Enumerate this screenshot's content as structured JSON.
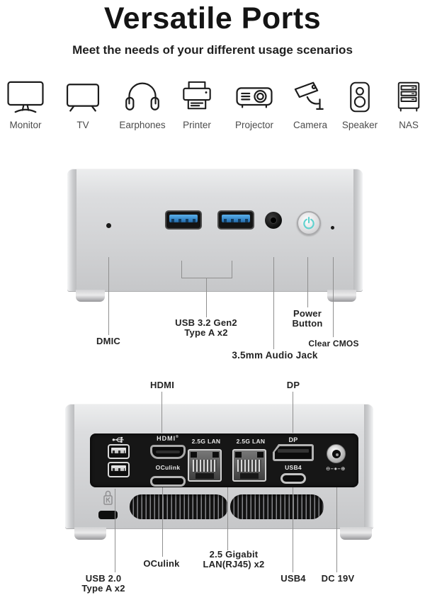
{
  "header": {
    "title": "Versatile Ports",
    "subtitle": "Meet the needs of your different usage scenarios"
  },
  "usage_icons": {
    "items": [
      {
        "icon": "monitor-icon",
        "label": "Monitor"
      },
      {
        "icon": "tv-icon",
        "label": "TV"
      },
      {
        "icon": "earphones-icon",
        "label": "Earphones"
      },
      {
        "icon": "printer-icon",
        "label": "Printer"
      },
      {
        "icon": "projector-icon",
        "label": "Projector"
      },
      {
        "icon": "camera-icon",
        "label": "Camera"
      },
      {
        "icon": "speaker-icon",
        "label": "Speaker"
      },
      {
        "icon": "nas-icon",
        "label": "NAS"
      }
    ]
  },
  "front_view": {
    "labels": {
      "dmic": "DMIC",
      "usb_line1": "USB 3.2 Gen2",
      "usb_line2": "Type A x2",
      "power_line1": "Power",
      "power_line2": "Button",
      "clear_cmos": "Clear CMOS",
      "audio_jack": "3.5mm Audio Jack"
    }
  },
  "back_view": {
    "top_labels": {
      "hdmi": "HDMI",
      "dp": "DP"
    },
    "panel_labels": {
      "hdmi_logo": "HDMI",
      "hdmi_reg": "®",
      "oculink": "OCulink",
      "lan1": "2.5G LAN",
      "lan2": "2.5G LAN",
      "dp": "DP",
      "usb4": "USB4",
      "dc_polarity": "⊖–●–⊕"
    },
    "bottom_labels": {
      "usb20_line1": "USB 2.0",
      "usb20_line2": "Type A x2",
      "oculink": "OCulink",
      "lan_line1": "2.5 Gigabit",
      "lan_line2": "LAN(RJ45) x2",
      "usb4": "USB4",
      "dc": "DC 19V"
    }
  },
  "colors": {
    "usb3_blue": "#2f7fc1",
    "power_teal": "#60d2cf",
    "panel_black": "#161616",
    "body_silver": "#d2d3d5"
  }
}
